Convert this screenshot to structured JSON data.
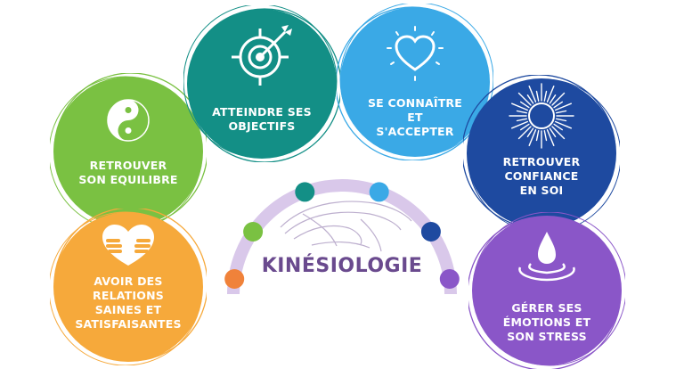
{
  "center": {
    "title": "KINÉSIOLOGIE"
  },
  "circles": [
    {
      "label": "RETROUVER\nSON EQUILIBRE",
      "color": "#7ac142",
      "icon": "yin-yang-icon"
    },
    {
      "label": "ATTEINDRE SES\nOBJECTIFS",
      "color": "#138f86",
      "icon": "target-arrow-icon"
    },
    {
      "label": "SE CONNAÎTRE\nET\nS'ACCEPTER",
      "color": "#3aa9e6",
      "icon": "heart-rays-icon"
    },
    {
      "label": "RETROUVER\nCONFIANCE\nEN SOI",
      "color": "#1e4aa0",
      "icon": "sunburst-icon"
    },
    {
      "label": "AVOIR DES\nRELATIONS\nSAINES ET\nSATISFAISANTES",
      "color": "#f6a93b",
      "icon": "heart-hands-icon"
    },
    {
      "label": "GÉRER SES\nÉMOTIONS ET\nSON STRESS",
      "color": "#8a56c8",
      "icon": "water-drop-icon"
    }
  ],
  "arc": {
    "dots": [
      "#f0823a",
      "#7ac142",
      "#138f86",
      "#3aa9e6",
      "#1e4aa0",
      "#8a56c8"
    ],
    "color": "#d9c8ea"
  }
}
